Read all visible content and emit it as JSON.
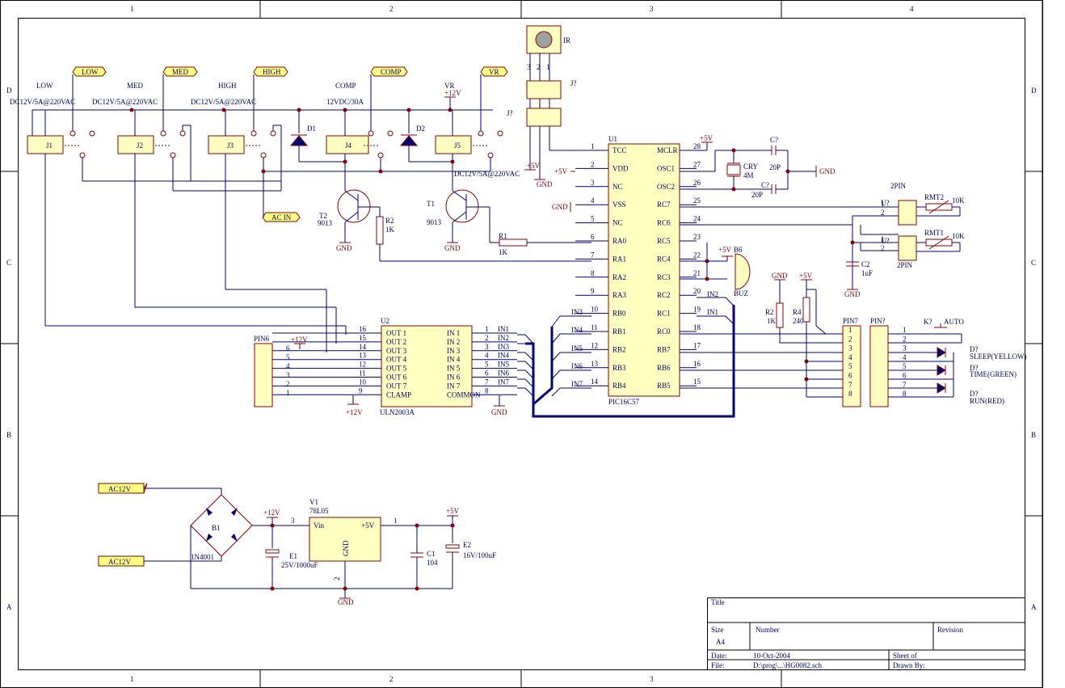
{
  "border": {
    "columns": [
      "1",
      "2",
      "3",
      "4"
    ],
    "rows": [
      "D",
      "C",
      "B",
      "A"
    ]
  },
  "relays": {
    "j1": {
      "ref": "J1",
      "func": "LOW",
      "rating": "DC12V/5A@220VAC",
      "port": "LOW"
    },
    "j2": {
      "ref": "J2",
      "func": "MED",
      "rating": "DC12V/5A@220VAC",
      "port": "MED"
    },
    "j3": {
      "ref": "J3",
      "func": "HIGH",
      "rating": "DC12V/5A@220VAC",
      "port": "HIGH"
    },
    "j4": {
      "ref": "J4",
      "func": "COMP",
      "rating": "12VDC/30A",
      "port": "COMP"
    },
    "j5": {
      "ref": "J5",
      "func": "VR",
      "rating": "DC12V/5A@220VAC",
      "port": "VR"
    }
  },
  "acin": "AC IN",
  "diodes": {
    "d1": "D1",
    "d2": "D2"
  },
  "transistors": {
    "t1": {
      "ref": "T1",
      "type": "9013"
    },
    "t2": {
      "ref": "T2",
      "type": "9013"
    }
  },
  "resistors": {
    "r1": {
      "ref": "R1",
      "value": "1K"
    },
    "r2a": {
      "ref": "R2",
      "value": "1K"
    },
    "r2b": {
      "ref": "R2",
      "value": "1K"
    },
    "r4": {
      "ref": "R4",
      "value": "240"
    }
  },
  "rails": {
    "p12": "+12V",
    "p5": "+5V",
    "gnd": "GND"
  },
  "ir": {
    "ref": "IR",
    "conn1": "J?",
    "conn2": "J?",
    "pins": [
      "3",
      "2",
      "1"
    ]
  },
  "mcu": {
    "ref": "U1",
    "part": "PIC16C57",
    "left": [
      {
        "num": "1",
        "name": "TCC"
      },
      {
        "num": "2",
        "name": "VDD"
      },
      {
        "num": "3",
        "name": "NC"
      },
      {
        "num": "4",
        "name": "VSS"
      },
      {
        "num": "5",
        "name": "NC"
      },
      {
        "num": "6",
        "name": "RA0"
      },
      {
        "num": "7",
        "name": "RA1"
      },
      {
        "num": "8",
        "name": "RA2"
      },
      {
        "num": "9",
        "name": "RA3"
      },
      {
        "num": "10",
        "name": "RB0"
      },
      {
        "num": "11",
        "name": "RB1"
      },
      {
        "num": "12",
        "name": "RB2"
      },
      {
        "num": "13",
        "name": "RB3"
      },
      {
        "num": "14",
        "name": "RB4"
      }
    ],
    "right": [
      {
        "num": "28",
        "name": "MCLR"
      },
      {
        "num": "27",
        "name": "OSC1"
      },
      {
        "num": "26",
        "name": "OSC2"
      },
      {
        "num": "25",
        "name": "RC7"
      },
      {
        "num": "24",
        "name": "RC6"
      },
      {
        "num": "23",
        "name": "RC5"
      },
      {
        "num": "22",
        "name": "RC4"
      },
      {
        "num": "21",
        "name": "RC3"
      },
      {
        "num": "20",
        "name": "RC2"
      },
      {
        "num": "19",
        "name": "RC1"
      },
      {
        "num": "18",
        "name": "RC0"
      },
      {
        "num": "17",
        "name": "RB7"
      },
      {
        "num": "16",
        "name": "RB6"
      },
      {
        "num": "15",
        "name": "RB5"
      }
    ],
    "inlabels": [
      "IN3",
      "IN4",
      "IN5",
      "IN6",
      "IN7"
    ],
    "rc_in": [
      "IN2",
      "IN1"
    ]
  },
  "crystal": {
    "ref": "CRY",
    "value": "4M",
    "c1": "C?",
    "c1v": "20P",
    "c2": "C?",
    "c2v": "20P"
  },
  "buzzer": {
    "ref": "B6",
    "name": "BUZ"
  },
  "remote": {
    "u1": {
      "ref": "U?",
      "part": "2PIN"
    },
    "u2": {
      "ref": "U?",
      "part": "2PIN"
    },
    "rmt2": {
      "ref": "RMT2",
      "value": "10K"
    },
    "rmt1": {
      "ref": "RMT1",
      "value": "10K"
    },
    "c2": {
      "ref": "C2",
      "value": "1uF"
    }
  },
  "driver": {
    "ref": "U2",
    "part": "ULN2003A",
    "left": [
      {
        "num": "16",
        "name": "OUT 1"
      },
      {
        "num": "15",
        "name": "OUT 2"
      },
      {
        "num": "14",
        "name": "OUT 3"
      },
      {
        "num": "13",
        "name": "OUT 4"
      },
      {
        "num": "12",
        "name": "OUT 5"
      },
      {
        "num": "11",
        "name": "OUT 6"
      },
      {
        "num": "10",
        "name": "OUT 7"
      },
      {
        "num": "9",
        "name": "CLAMP"
      }
    ],
    "right": [
      {
        "num": "1",
        "name": "IN 1",
        "net": "IN1"
      },
      {
        "num": "2",
        "name": "IN 2",
        "net": "IN2"
      },
      {
        "num": "3",
        "name": "IN 3",
        "net": "IN3"
      },
      {
        "num": "4",
        "name": "IN 4",
        "net": "IN4"
      },
      {
        "num": "5",
        "name": "IN 5",
        "net": "IN5"
      },
      {
        "num": "6",
        "name": "IN 6",
        "net": "IN6"
      },
      {
        "num": "7",
        "name": "IN 7",
        "net": "IN7"
      },
      {
        "num": "8",
        "name": "COMMON",
        "net": ""
      }
    ]
  },
  "pin6": {
    "ref": "PIN6",
    "pins": [
      "6",
      "5",
      "4",
      "3",
      "2",
      "1"
    ]
  },
  "panel": {
    "pin7a": "PIN7",
    "pin7b": "PIN?",
    "pins": [
      "1",
      "2",
      "3",
      "4",
      "5",
      "6",
      "7",
      "8"
    ],
    "key": "K?",
    "auto": "AUTO",
    "leds": [
      {
        "ref": "D?",
        "label": "SLEEP(YELLOW)"
      },
      {
        "ref": "D?",
        "label": "TIME(GREEN)"
      },
      {
        "ref": "D?",
        "label": "RUN(RED)"
      }
    ]
  },
  "power": {
    "ac1": "AC12V",
    "ac2": "AC12V",
    "bridge": "B1",
    "bridge_part": "1N4001",
    "reg": "V1",
    "reg_part": "78L05",
    "reg_in": "Vin",
    "reg_out": "+5V",
    "reg_gnd": "GND",
    "reg_pins": [
      "3",
      "1",
      "2"
    ],
    "e1": "E1",
    "e1v": "25V/1000uF",
    "c1": "C1",
    "c1v": "104",
    "e2": "E2",
    "e2v": "16V/100uF"
  },
  "titleblock": {
    "title_lbl": "Title",
    "size_lbl": "Size",
    "size": "A4",
    "number_lbl": "Number",
    "revision_lbl": "Revision",
    "date_lbl": "Date:",
    "date": "10-Oct-2004",
    "file_lbl": "File:",
    "file": "D:\\prog\\...\\HG0082.sch",
    "sheet_lbl": "Sheet   of",
    "drawn_lbl": "Drawn By:"
  }
}
